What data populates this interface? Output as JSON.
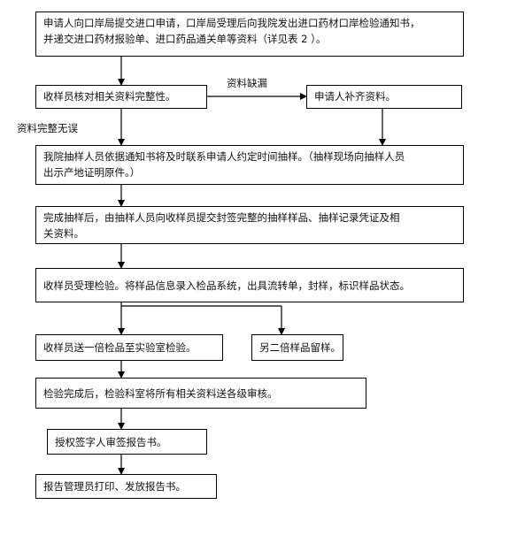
{
  "steps": {
    "apply": {
      "line1": "申请人向口岸局提交进口申请，口岸局受理后向我院发出进口药材口岸检验通知书，",
      "line2": "并递交进口药材报验单、进口药品通关单等资料（详见表 2 ）。"
    },
    "check_completeness": "收样员核对相关资料完整性。",
    "supplement": "申请人补齐资料。",
    "sampling_appointment": {
      "line1": "我院抽样人员依据通知书将及时联系申请人约定时间抽样。（抽样现场向抽样人员",
      "line2": "出示产地证明原件。）"
    },
    "submit_samples": {
      "line1": "完成抽样后，由抽样人员向收样员提交封签完整的抽样样品、抽样记录凭证及相",
      "line2": "关资料。"
    },
    "accept_samples": "收样员受理检验。将样品信息录入检品系统，出具流转单，封样，标识样品状态。",
    "send_to_lab": "收样员送一倍检品至实验室检验。",
    "retain_samples": "另二倍样品留样。",
    "review": "检验完成后，检验科室将所有相关资料送各级审核。",
    "sign_report": "授权签字人审签报告书。",
    "issue_report": "报告管理员打印、发放报告书。"
  },
  "labels": {
    "missing_docs": "资料缺漏",
    "docs_complete": "资料完整无误"
  }
}
